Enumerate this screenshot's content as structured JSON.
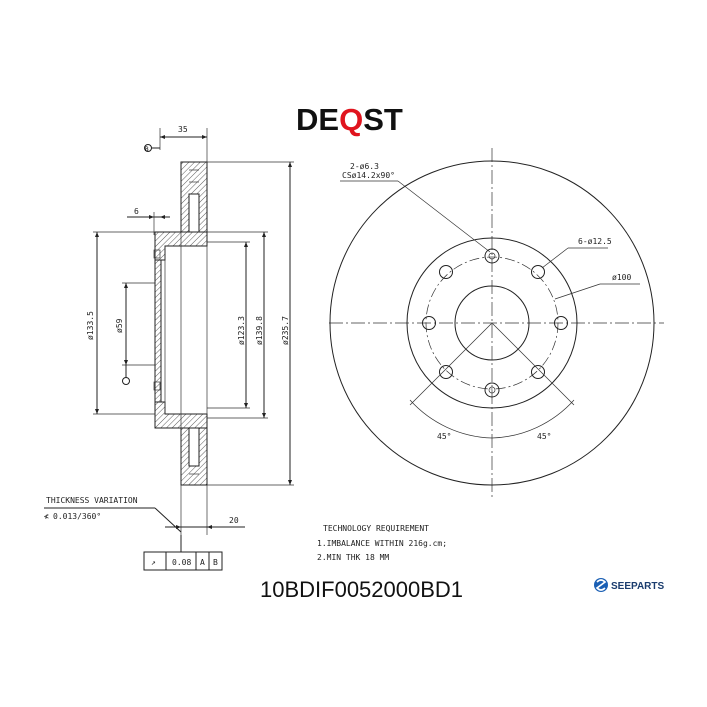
{
  "brand": {
    "name": "DEQST",
    "accent": "#e0141e",
    "text_color": "#111111"
  },
  "part_number": "10BDIF0052000BD1",
  "supplier": {
    "name": "SEEPARTS",
    "icon": "seeparts-logo-icon",
    "color": "#1a5fb4"
  },
  "side_view": {
    "dims": {
      "width_35": "35",
      "hat_6": "6",
      "dia_133_5": "ø133.5",
      "dia_59": "ø59",
      "dia_123_3": "ø123.3",
      "dia_139_8": "ø139.8",
      "dia_235_7": "ø235.7",
      "thk_20": "20"
    },
    "datum_b": "B",
    "datum_a": "A"
  },
  "front_view": {
    "holes_small": "2-ø6.3",
    "countersink": "CSø14.2x90°",
    "holes_bolt": "6-ø12.5",
    "pcd": "ø100",
    "angle_left": "45°",
    "angle_right": "45°"
  },
  "thickness": {
    "title": "THICKNESS VARIATION",
    "value": "0.013/360°",
    "symbol": "≮",
    "frame": {
      "tolerance": "0.08",
      "datum_1": "A",
      "datum_2": "B",
      "symbol": "↗"
    }
  },
  "requirements": {
    "title": "TECHNOLOGY REQUIREMENT",
    "lines": [
      "1.IMBALANCE WITHIN 216g.cm;",
      "2.MIN THK 18 MM"
    ]
  }
}
